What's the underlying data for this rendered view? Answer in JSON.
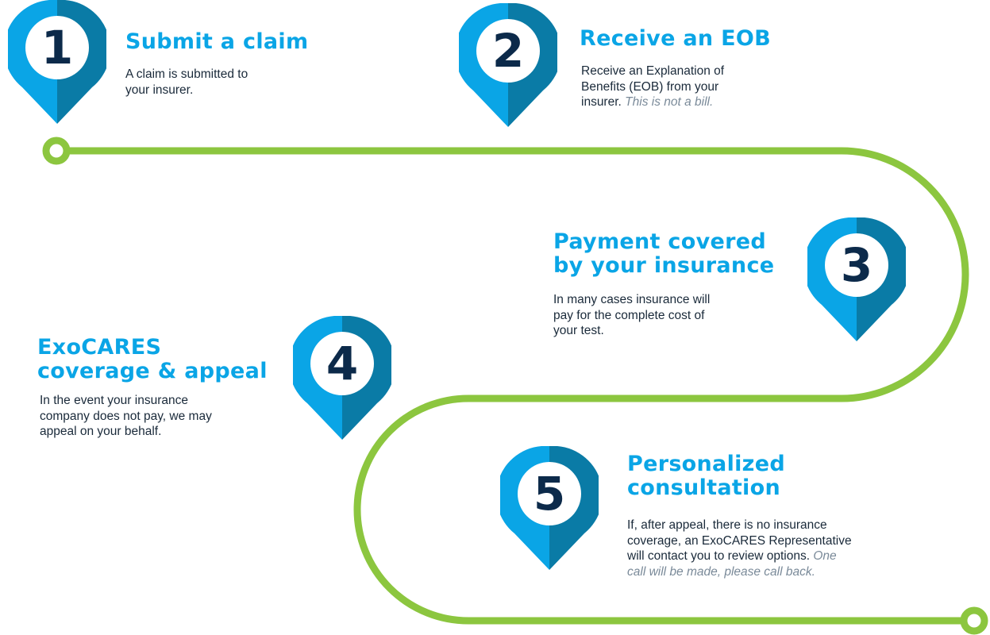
{
  "colors": {
    "path_green": "#8cc63f",
    "pin_light": "#0aa5e6",
    "pin_dark": "#0a7ba6",
    "pin_center": "#ffffff",
    "number": "#0c2a4a",
    "title": "#0aa5e6",
    "body": "#1a2a3a",
    "note": "#7a8a99"
  },
  "steps": [
    {
      "number": "1",
      "title_line1": "Submit a claim",
      "title_line2": "",
      "body_line1": "A claim is submitted to",
      "body_line2": "your insurer.",
      "body_line3": "",
      "body_line4": "",
      "note_line1": "",
      "note_line2": ""
    },
    {
      "number": "2",
      "title_line1": "Receive an EOB",
      "title_line2": "",
      "body_line1": "Receive an Explanation of",
      "body_line2": "Benefits (EOB) from your",
      "body_line3": "insurer.",
      "body_line4": "",
      "note_line1": "This is not a bill.",
      "note_line2": ""
    },
    {
      "number": "3",
      "title_line1": "Payment covered",
      "title_line2": "by your insurance",
      "body_line1": "In many cases insurance will",
      "body_line2": "pay for the complete cost of",
      "body_line3": "your test.",
      "body_line4": "",
      "note_line1": "",
      "note_line2": ""
    },
    {
      "number": "4",
      "title_line1": "ExoCARES",
      "title_line2": "coverage & appeal",
      "body_line1": "In the event your insurance",
      "body_line2": "company does not pay, we may",
      "body_line3": "appeal on your behalf.",
      "body_line4": "",
      "note_line1": "",
      "note_line2": ""
    },
    {
      "number": "5",
      "title_line1": "Personalized",
      "title_line2": "consultation",
      "body_line1": "If, after appeal, there is no insurance",
      "body_line2": "coverage, an ExoCARES Representative",
      "body_line3": "will contact you to review options.",
      "body_line4": "",
      "note_line1": "One",
      "note_line2": "call will be made, please call back."
    }
  ]
}
